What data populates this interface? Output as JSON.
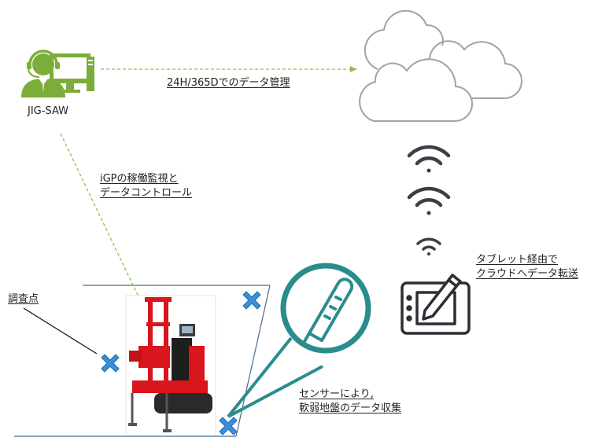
{
  "colors": {
    "green": "#7cad3a",
    "green_line": "#8fbf4d",
    "cloud_stroke": "#9aa4ad",
    "cloud_fill": "#ffffff",
    "wifi": "#3a3f44",
    "teal": "#2b8c8c",
    "cross": "#3a8fd6",
    "machine_red": "#d9151d",
    "slope_line": "#4a6a92"
  },
  "jigsaw": {
    "label": "JIG-SAW",
    "icon": "operator-at-computer-icon"
  },
  "cloud": {
    "icon": "cloud-icon"
  },
  "link_top": {
    "label": "24H/365Dでのデータ管理"
  },
  "link_diag": {
    "line1": "iGPの稼働監視と",
    "line2": "データコントロール"
  },
  "tablet": {
    "line1": "タブレット経由で",
    "line2": "クラウドへデータ転送",
    "icon": "tablet-stylus-icon"
  },
  "sensor": {
    "line1": "センサーにより,",
    "line2": "軟弱地盤のデータ収集",
    "icon": "thermometer-probe-icon"
  },
  "survey_point": {
    "label": "調査点",
    "icon": "cross-marker-icon"
  },
  "machine": {
    "icon": "drilling-machine-icon"
  }
}
